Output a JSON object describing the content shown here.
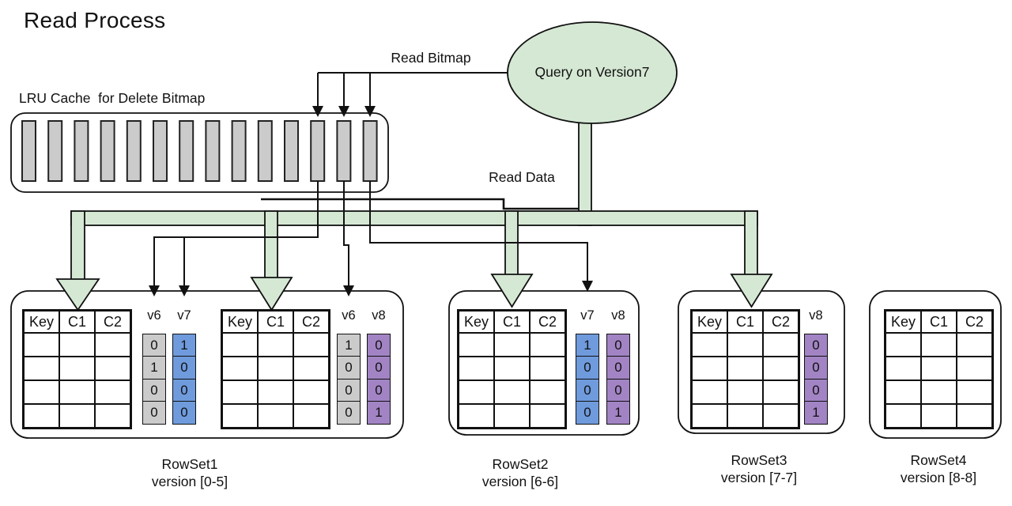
{
  "title": "Read Process",
  "cache": {
    "label": "LRU Cache  for Delete Bitmap",
    "slot_count": 14
  },
  "query": {
    "label": "Query on Version7"
  },
  "edges": {
    "read_bitmap_label": "Read Bitmap",
    "read_data_label": "Read Data"
  },
  "table_headers": [
    "Key",
    "C1",
    "C2"
  ],
  "rowsets": [
    {
      "name": "RowSet1",
      "version": "version [0-5]",
      "bitmap_columns": [
        {
          "label": "v6",
          "color": "gray",
          "values": [
            "0",
            "1",
            "0",
            "0"
          ]
        },
        {
          "label": "v7",
          "color": "blue",
          "values": [
            "1",
            "0",
            "0",
            "0"
          ]
        },
        {
          "label": "v6",
          "color": "gray",
          "values": [
            "1",
            "0",
            "0",
            "0"
          ]
        },
        {
          "label": "v8",
          "color": "purple",
          "values": [
            "0",
            "0",
            "0",
            "1"
          ]
        }
      ]
    },
    {
      "name": "RowSet2",
      "version": "version [6-6]",
      "bitmap_columns": [
        {
          "label": "v7",
          "color": "blue",
          "values": [
            "1",
            "0",
            "0",
            "0"
          ]
        },
        {
          "label": "v8",
          "color": "purple",
          "values": [
            "0",
            "0",
            "0",
            "1"
          ]
        }
      ]
    },
    {
      "name": "RowSet3",
      "version": "version [7-7]",
      "bitmap_columns": [
        {
          "label": "v8",
          "color": "purple",
          "values": [
            "0",
            "0",
            "0",
            "1"
          ]
        }
      ]
    },
    {
      "name": "RowSet4",
      "version": "version [8-8]",
      "bitmap_columns": []
    }
  ],
  "colors": {
    "green": "#d5e8d4",
    "gray": "#cbcbcb",
    "blue": "#6f9bdd",
    "purple": "#a284c4"
  }
}
